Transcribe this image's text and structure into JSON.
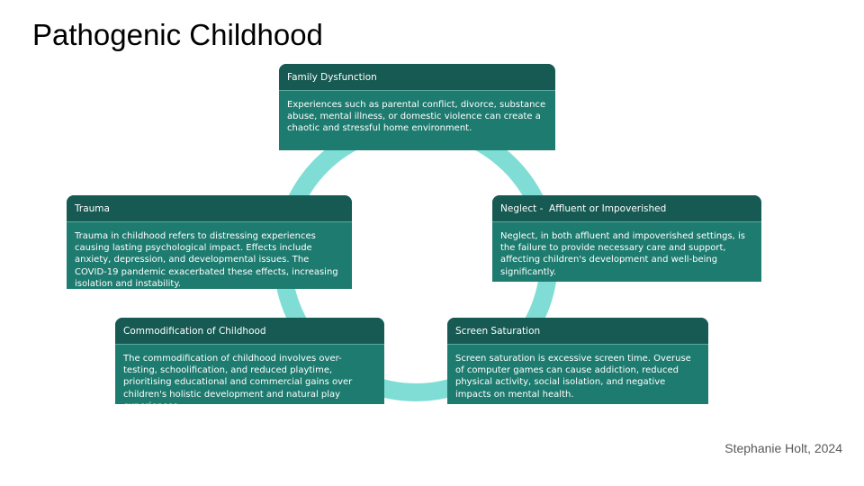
{
  "title": "Pathogenic Childhood",
  "credit": "Stephanie Holt, 2024",
  "colors": {
    "ring": "#7fddd5",
    "card_header": "#175a53",
    "card_body": "#1e7b6f",
    "text": "#ffffff"
  },
  "cards": {
    "family": {
      "title": "Family Dysfunction",
      "body": "Experiences such as parental conflict, divorce, substance abuse, mental illness, or domestic violence can create a chaotic and stressful home environment."
    },
    "neglect": {
      "title": "Neglect -  Affluent or Impoverished",
      "body": "Neglect, in both affluent and impoverished settings, is the failure to provide necessary care and support, affecting children's development and well-being significantly."
    },
    "screen": {
      "title": "Screen Saturation",
      "body": "Screen saturation is excessive screen time. Overuse of computer games can cause addiction, reduced physical activity, social isolation, and negative impacts on mental health."
    },
    "commodification": {
      "title": "Commodification of Childhood",
      "body": "The commodification of childhood involves over-testing, schoolification, and reduced playtime, prioritising educational and commercial gains over children's holistic development and natural play experiences."
    },
    "trauma": {
      "title": "Trauma",
      "body": "Trauma in childhood refers to distressing experiences causing lasting psychological impact. Effects include anxiety, depression, and developmental issues. The COVID-19 pandemic exacerbated these effects, increasing isolation and instability."
    }
  }
}
